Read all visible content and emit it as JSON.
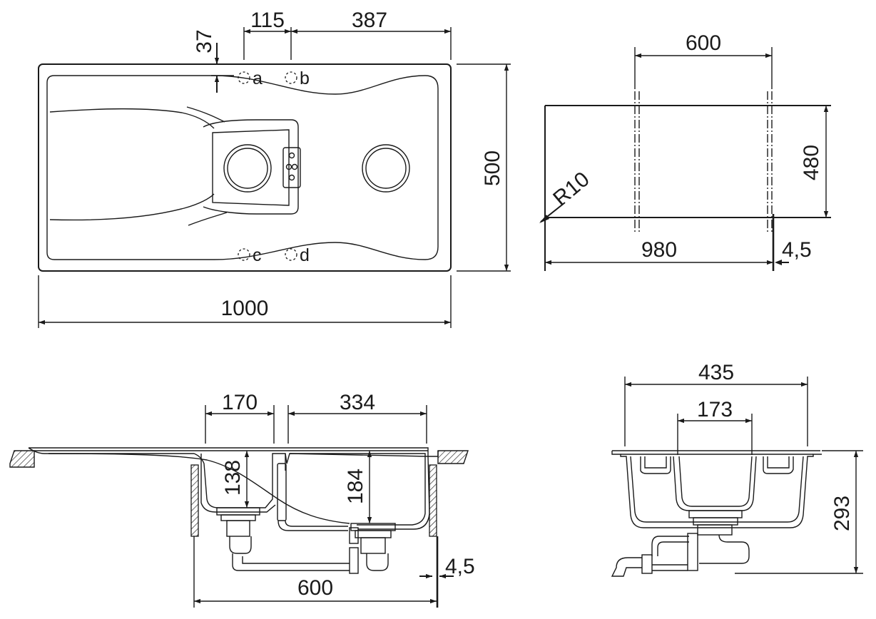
{
  "top_view": {
    "dimensions": {
      "hole_offset": "115",
      "tap_to_drain": "387",
      "edge_offset": "37",
      "depth": "500",
      "width": "1000"
    },
    "tap_holes": {
      "a": "a",
      "b": "b",
      "c": "c",
      "d": "d"
    }
  },
  "cutout_view": {
    "dimensions": {
      "cabinet": "600",
      "depth": "480",
      "radius": "R10",
      "width": "980",
      "gap": "4,5"
    }
  },
  "side_view": {
    "dimensions": {
      "drain_offset": "170",
      "bowl_width": "334",
      "drainer_depth": "138",
      "bowl_depth": "184",
      "cabinet": "600",
      "gap": "4,5"
    }
  },
  "section_view": {
    "dimensions": {
      "overall": "435",
      "inner_bowl": "173",
      "height": "293"
    }
  }
}
